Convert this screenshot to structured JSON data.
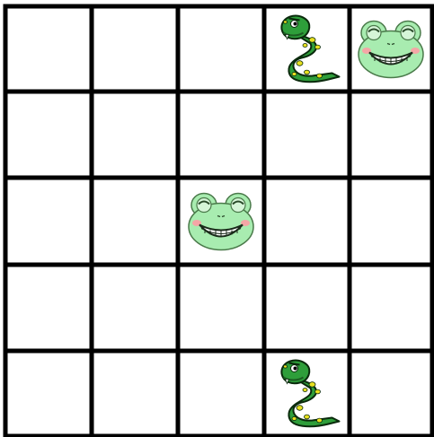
{
  "board": {
    "rows": 5,
    "cols": 5,
    "grid_color": "#000000",
    "cell_color": "#ffffff"
  },
  "pieces": [
    {
      "type": "snake",
      "row": 0,
      "col": 3
    },
    {
      "type": "frog",
      "row": 0,
      "col": 4
    },
    {
      "type": "frog",
      "row": 2,
      "col": 2
    },
    {
      "type": "snake",
      "row": 4,
      "col": 3
    }
  ],
  "colors": {
    "frog_face": "#a8ecb0",
    "frog_outline": "#4a7a4a",
    "frog_eye_ring": "#d6f5d8",
    "frog_cheek": "#f4a6a6",
    "snake_body": "#2e9e3a",
    "snake_dark": "#1c5e22",
    "snake_spot": "#e8e020",
    "snake_outline": "#0a2a0c"
  }
}
